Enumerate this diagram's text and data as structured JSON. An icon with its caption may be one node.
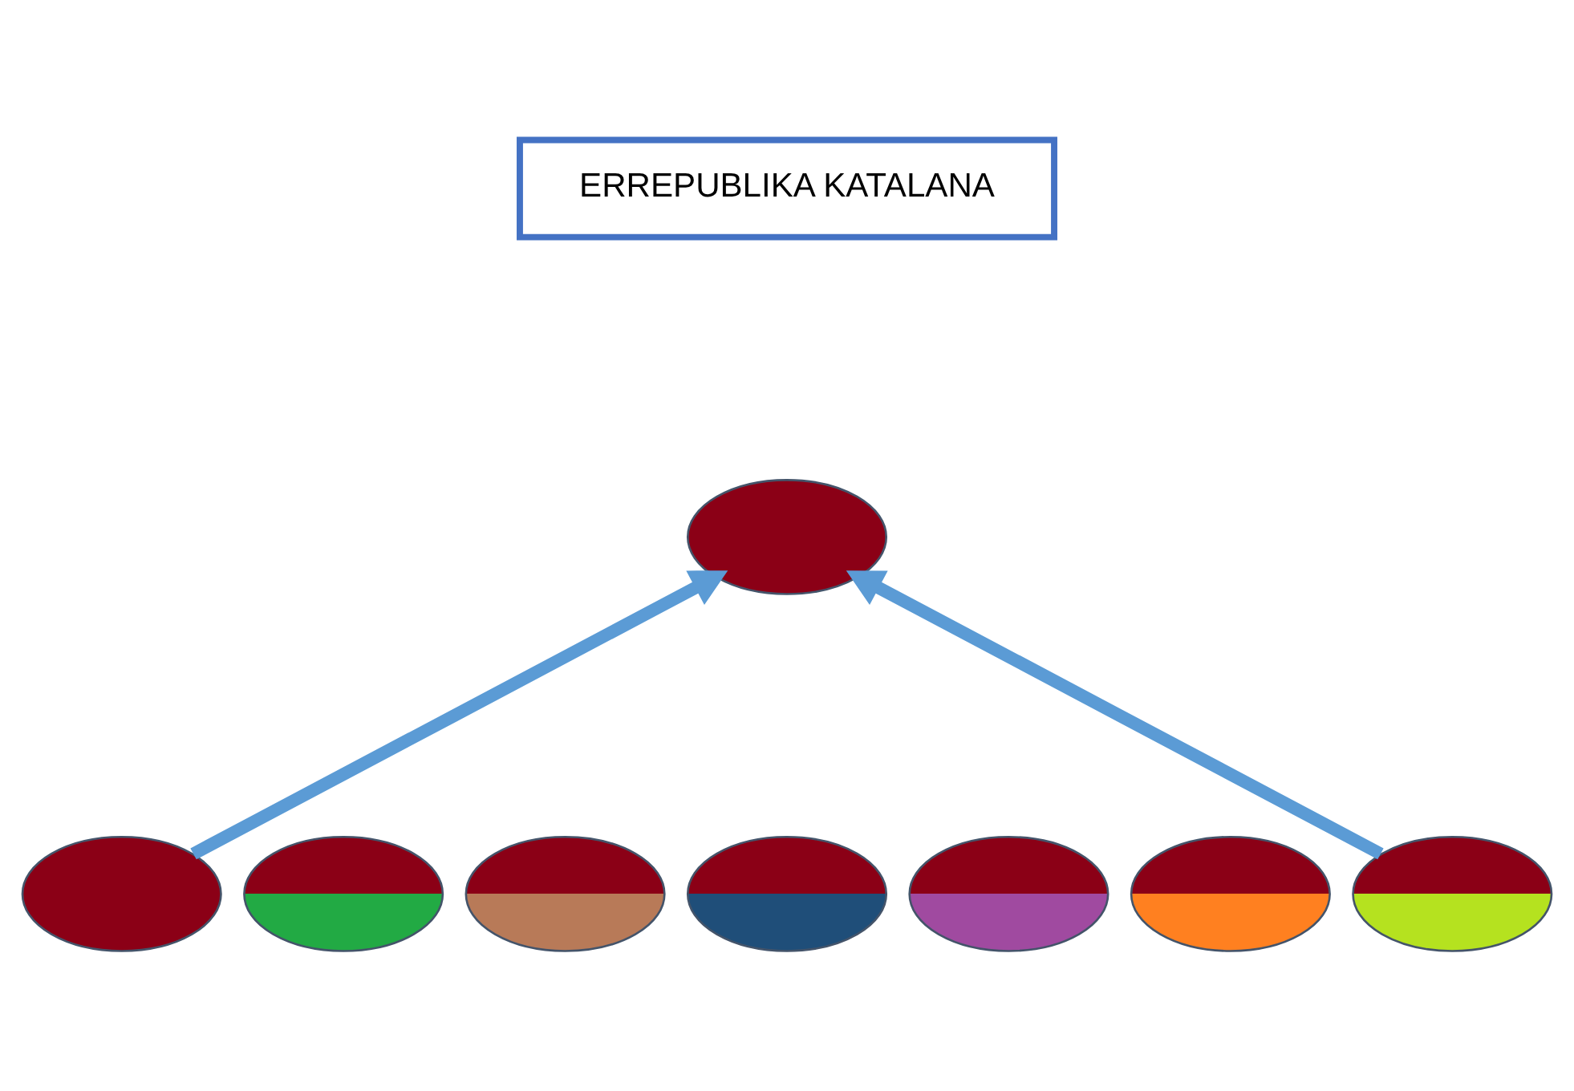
{
  "diagram": {
    "nodes": [
      {
        "text": [
          "ERREPUBLIKA KATALANA"
        ]
      },
      {
        "text": [],
        "shape": "ellipse"
      },
      {
        "text": [],
        "shape": "ellipse"
      },
      {
        "text": [],
        "shape": "ellipse"
      },
      {
        "text": [],
        "shape": "ellipse"
      },
      {
        "text": [],
        "shape": "ellipse"
      },
      {
        "text": [],
        "shape": "ellipse"
      },
      {
        "text": [],
        "shape": "ellipse"
      },
      {
        "text": [],
        "shape": "ellipse"
      }
    ],
    "edges": [
      {
        "from": 2,
        "to": 1,
        "arrow": "to"
      },
      {
        "from": 8,
        "to": 1,
        "arrow": "to"
      }
    ]
  }
}
